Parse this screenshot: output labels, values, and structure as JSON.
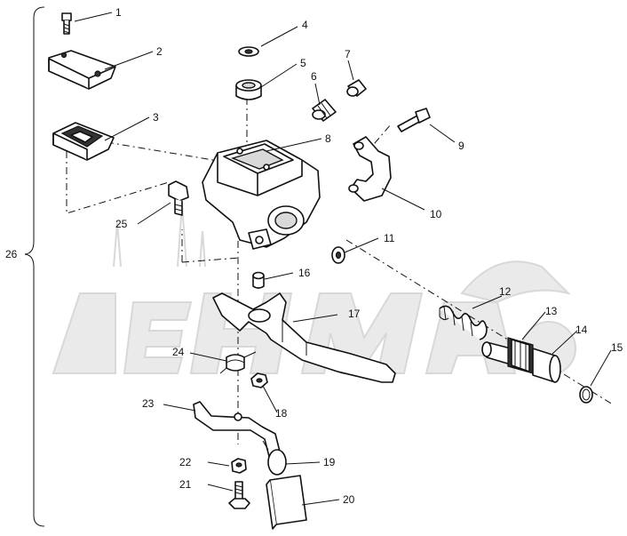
{
  "callouts": [
    {
      "n": "1"
    },
    {
      "n": "2"
    },
    {
      "n": "3"
    },
    {
      "n": "4"
    },
    {
      "n": "5"
    },
    {
      "n": "6"
    },
    {
      "n": "7"
    },
    {
      "n": "8"
    },
    {
      "n": "9"
    },
    {
      "n": "10"
    },
    {
      "n": "11"
    },
    {
      "n": "12"
    },
    {
      "n": "13"
    },
    {
      "n": "14"
    },
    {
      "n": "15"
    },
    {
      "n": "16"
    },
    {
      "n": "17"
    },
    {
      "n": "18"
    },
    {
      "n": "19"
    },
    {
      "n": "20"
    },
    {
      "n": "21"
    },
    {
      "n": "22"
    },
    {
      "n": "23"
    },
    {
      "n": "24"
    },
    {
      "n": "25"
    },
    {
      "n": "26"
    }
  ]
}
